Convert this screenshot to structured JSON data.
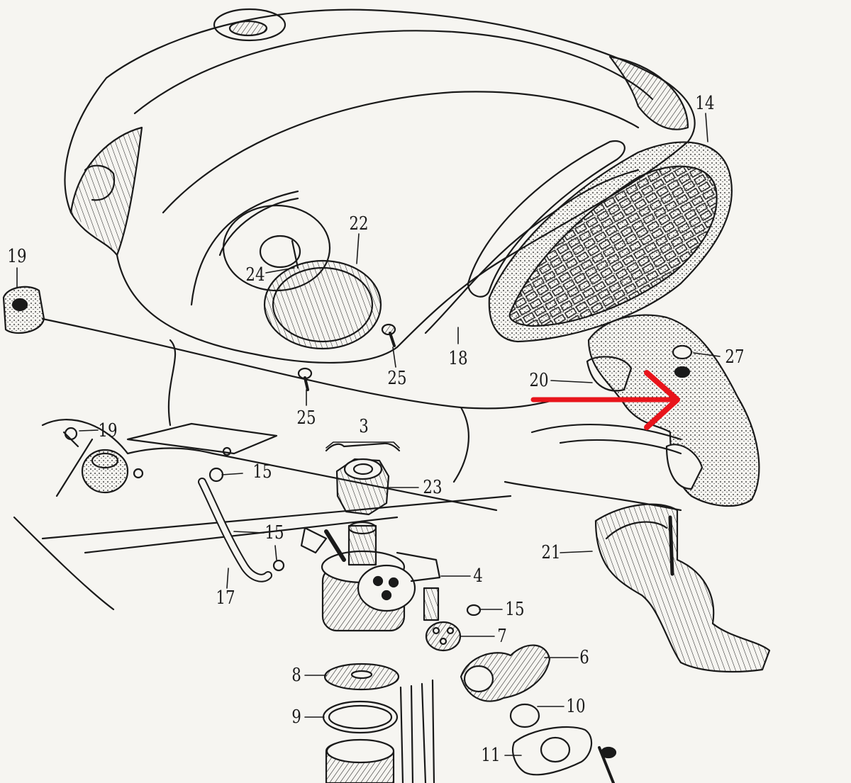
{
  "diagram": {
    "line_color": "#1a1a1a",
    "paper_color": "#f6f5f1",
    "arrow_color": "#e8141b",
    "callouts": [
      {
        "id": "c14",
        "label": "14"
      },
      {
        "id": "c19a",
        "label": "19"
      },
      {
        "id": "c22",
        "label": "22"
      },
      {
        "id": "c24",
        "label": "24"
      },
      {
        "id": "c18",
        "label": "18"
      },
      {
        "id": "c25a",
        "label": "25"
      },
      {
        "id": "c25b",
        "label": "25"
      },
      {
        "id": "c27",
        "label": "27"
      },
      {
        "id": "c20",
        "label": "20"
      },
      {
        "id": "c3",
        "label": "3"
      },
      {
        "id": "c19b",
        "label": "19"
      },
      {
        "id": "c15a",
        "label": "15"
      },
      {
        "id": "c23",
        "label": "23"
      },
      {
        "id": "c15b",
        "label": "15"
      },
      {
        "id": "c15c",
        "label": "15"
      },
      {
        "id": "c21",
        "label": "21"
      },
      {
        "id": "c4",
        "label": "4"
      },
      {
        "id": "c17",
        "label": "17"
      },
      {
        "id": "c15d",
        "label": "15"
      },
      {
        "id": "c7",
        "label": "7"
      },
      {
        "id": "c6",
        "label": "6"
      },
      {
        "id": "c8",
        "label": "8"
      },
      {
        "id": "c10",
        "label": "10"
      },
      {
        "id": "c9",
        "label": "9"
      },
      {
        "id": "c11",
        "label": "11"
      }
    ]
  }
}
